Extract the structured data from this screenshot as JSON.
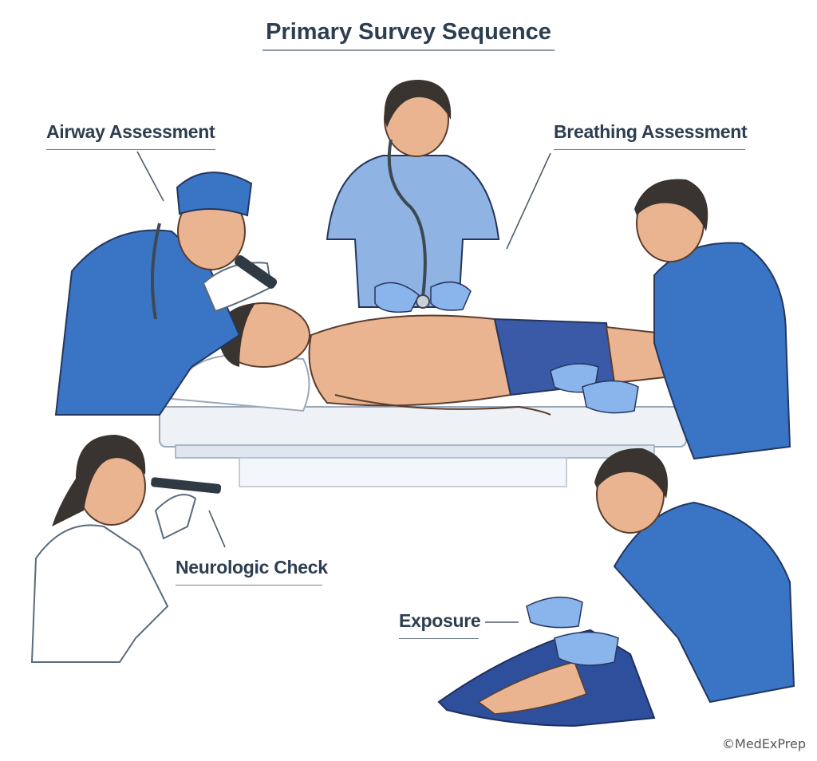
{
  "title": "Primary Survey Sequence",
  "labels": {
    "airway": "Airway Assessment",
    "breathing": "Breathing Assessment",
    "neuro": "Neurologic Check",
    "exposure": "Exposure"
  },
  "credit": "©MedExPrep",
  "colors": {
    "scrubs": "#3a74c4",
    "scrubs_light": "#8fb3e3",
    "gloves": "#8ab4ec",
    "skin": "#e9b48f",
    "hair": "#3a3430",
    "text": "#2c3e50"
  },
  "icons": [
    "stethoscope-icon",
    "penlight-icon",
    "otoscope-icon"
  ]
}
